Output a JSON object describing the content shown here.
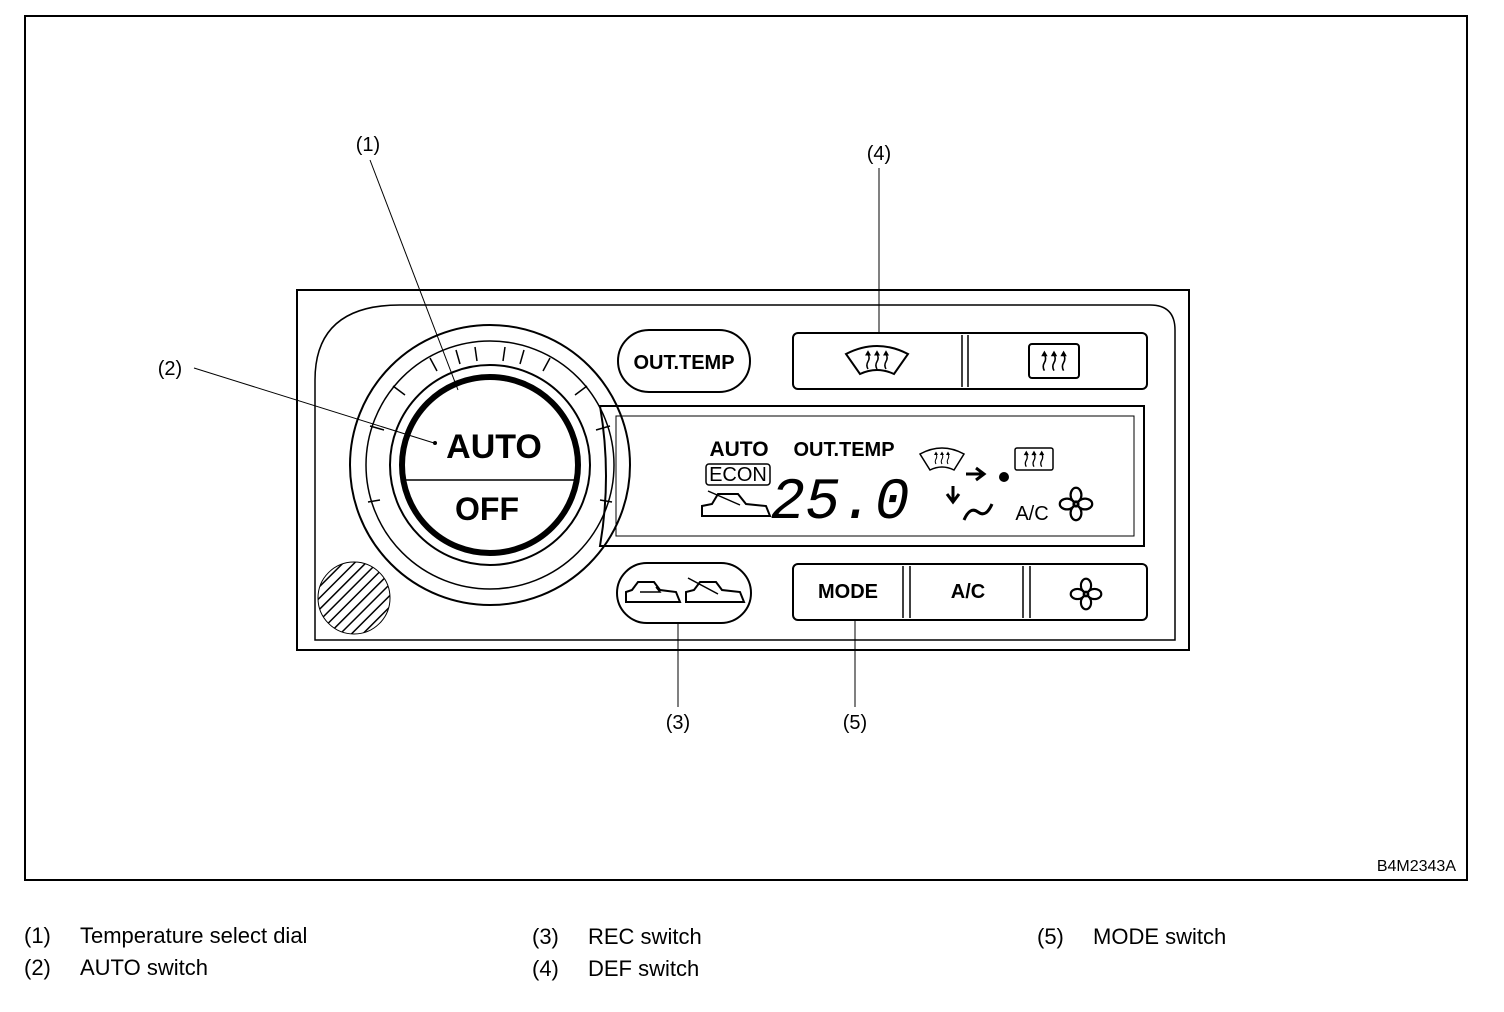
{
  "callouts": {
    "c1": "(1)",
    "c2": "(2)",
    "c3": "(3)",
    "c4": "(4)",
    "c5": "(5)"
  },
  "panel": {
    "dial_top": "AUTO",
    "dial_bottom": "OFF",
    "out_temp_button": "OUT.TEMP",
    "mode_button": "MODE",
    "ac_button": "A/C"
  },
  "display": {
    "auto": "AUTO",
    "econ": "ECON",
    "out_temp": "OUT.TEMP",
    "temperature": "25.0",
    "ac": "A/C"
  },
  "figure_code": "B4M2343A",
  "legend": [
    {
      "num": "(1)",
      "text": "Temperature select dial"
    },
    {
      "num": "(2)",
      "text": "AUTO switch"
    },
    {
      "num": "(3)",
      "text": "REC switch"
    },
    {
      "num": "(4)",
      "text": "DEF switch"
    },
    {
      "num": "(5)",
      "text": "MODE switch"
    }
  ],
  "icons": [
    "front-defroster-icon",
    "rear-defroster-icon",
    "recirculation-icon",
    "fresh-air-icon",
    "fan-icon",
    "air-flow-icon"
  ]
}
